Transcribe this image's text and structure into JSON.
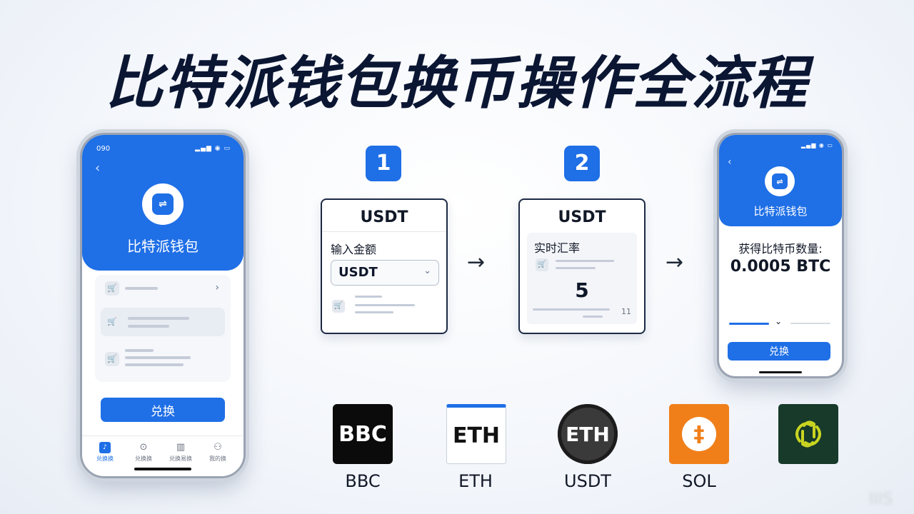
{
  "title": "比特派钱包换币操作全流程",
  "colors": {
    "primary": "#1f6fe6",
    "dark": "#0b1633"
  },
  "phone_left": {
    "status_time": "090",
    "status_icons": "▂▄▆ ◉ ▭",
    "back": "‹",
    "logo_icon": "wallet-logo-icon",
    "logo_glyph": "⇌",
    "wallet_name": "比特派钱包",
    "row_icon_glyph": "🛒",
    "row_chevron": "›",
    "exchange_button": "兑换",
    "tabs": [
      {
        "label": "兑换换",
        "icon": "♪",
        "active": true
      },
      {
        "label": "兑换换",
        "icon": "⊙",
        "active": false
      },
      {
        "label": "兑换易换",
        "icon": "▥",
        "active": false
      },
      {
        "label": "我的换",
        "icon": "⚇",
        "active": false
      }
    ]
  },
  "step1": {
    "badge": "1",
    "card_title": "USDT",
    "label": "输入金额",
    "select_value": "USDT",
    "select_chevron": "⌄",
    "icon_glyph": "🛒"
  },
  "step2": {
    "badge": "2",
    "card_title": "USDT",
    "label": "实时汇率",
    "value": "5",
    "small_value": "11",
    "icon_glyph": "🛒"
  },
  "arrow": "→",
  "phone_right": {
    "status_icons": "▂▄▆ ◉ ▭",
    "back": "‹",
    "logo_glyph": "⇌",
    "wallet_name": "比特派钱包",
    "result_label": "获得比特币数量:",
    "result_value": "0.0005 BTC",
    "slider_chevron": "⌄",
    "exchange_button": "兑换"
  },
  "coins": [
    {
      "logo_text": "BBC",
      "label": "BBC",
      "icon": "bbc-logo-icon"
    },
    {
      "logo_text": "ETH",
      "label": "ETH",
      "icon": "eth-logo-icon"
    },
    {
      "logo_text": "ETH",
      "label": "USDT",
      "icon": "usdt-logo-icon"
    },
    {
      "logo_text": "‡",
      "label": "SOL",
      "icon": "sol-logo-icon"
    },
    {
      "logo_text": "",
      "label": "",
      "icon": "green-knot-logo-icon"
    }
  ],
  "watermark": "IIIS"
}
